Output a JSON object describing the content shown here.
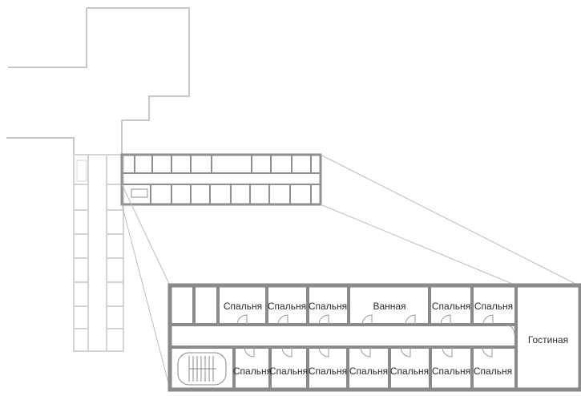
{
  "rooms": {
    "top": [
      {
        "label": "Спальня"
      },
      {
        "label": "Спальня"
      },
      {
        "label": "Спальня"
      },
      {
        "label": "Ванная"
      },
      {
        "label": "Спальня"
      },
      {
        "label": "Спальня"
      }
    ],
    "bottom": [
      {
        "label": "Спальня"
      },
      {
        "label": "Спальня"
      },
      {
        "label": "Спальня"
      },
      {
        "label": "Спальня"
      },
      {
        "label": "Спальня"
      },
      {
        "label": "Спальня"
      },
      {
        "label": "Спальня"
      }
    ],
    "end": {
      "label": "Гостиная"
    }
  },
  "colors": {
    "wall": "#8a8a8a",
    "faint_wall": "#d2d2d2",
    "outline": "#c4c4c4"
  }
}
